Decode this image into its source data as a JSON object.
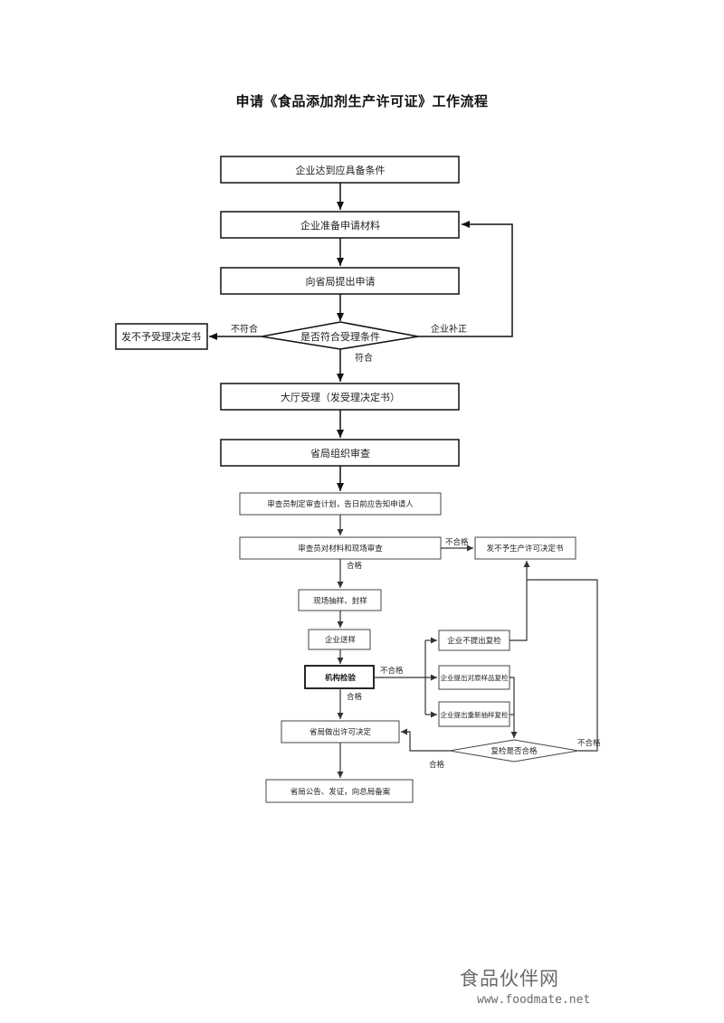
{
  "title": "申请《食品添加剂生产许可证》工作流程",
  "nodes": {
    "n1": "企业达到应具备条件",
    "n2": "企业准备申请材料",
    "n3": "向省局提出申请",
    "decision1": "是否符合受理条件",
    "reject1": "发不予受理决定书",
    "n4": "大厅受理（发受理决定书）",
    "n5": "省局组织审查",
    "n6": "审查员制定审查计划，告日前应告知申请人",
    "n7": "审查员对材料和现场审查",
    "reject2": "发不予生产许可决定书",
    "n8": "现场抽样、封样",
    "n9": "企业送样",
    "n10": "机构检验",
    "r1": "企业不提出复检",
    "r2": "企业提出对原样品复检",
    "r3": "企业提出重新抽样复检",
    "decision2": "复检是否合格",
    "n11": "省局做出许可决定",
    "n12": "省局公告、发证，向总局备案"
  },
  "edge_labels": {
    "not_conform": "不符合",
    "conform": "符合",
    "supplement": "企业补正",
    "fail_1": "不合格",
    "pass_1": "合格",
    "fail_2": "不合格",
    "pass_2": "合格",
    "fail_3": "不合格",
    "pass_3": "合格"
  },
  "watermark": {
    "cn": "食品伙伴网",
    "en": "www.foodmate.net"
  }
}
